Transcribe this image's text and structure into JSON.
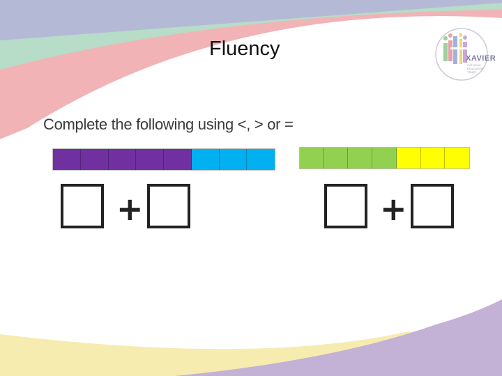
{
  "slide": {
    "title": "Fluency",
    "instruction": "Complete the following using <, > or =",
    "plus_symbol": "+"
  },
  "logo": {
    "name": "XAVIER",
    "sub_line_1": "CATHOLIC",
    "sub_line_2": "EDUCATION",
    "sub_line_3": "TRUST"
  },
  "colors": {
    "purple": "#7030a0",
    "blue": "#00b0f0",
    "green": "#92d050",
    "yellow": "#ffff00"
  },
  "bars": {
    "left": {
      "purple_count": 5,
      "blue_count": 3
    },
    "right": {
      "green_count": 4,
      "yellow_count": 3
    }
  }
}
